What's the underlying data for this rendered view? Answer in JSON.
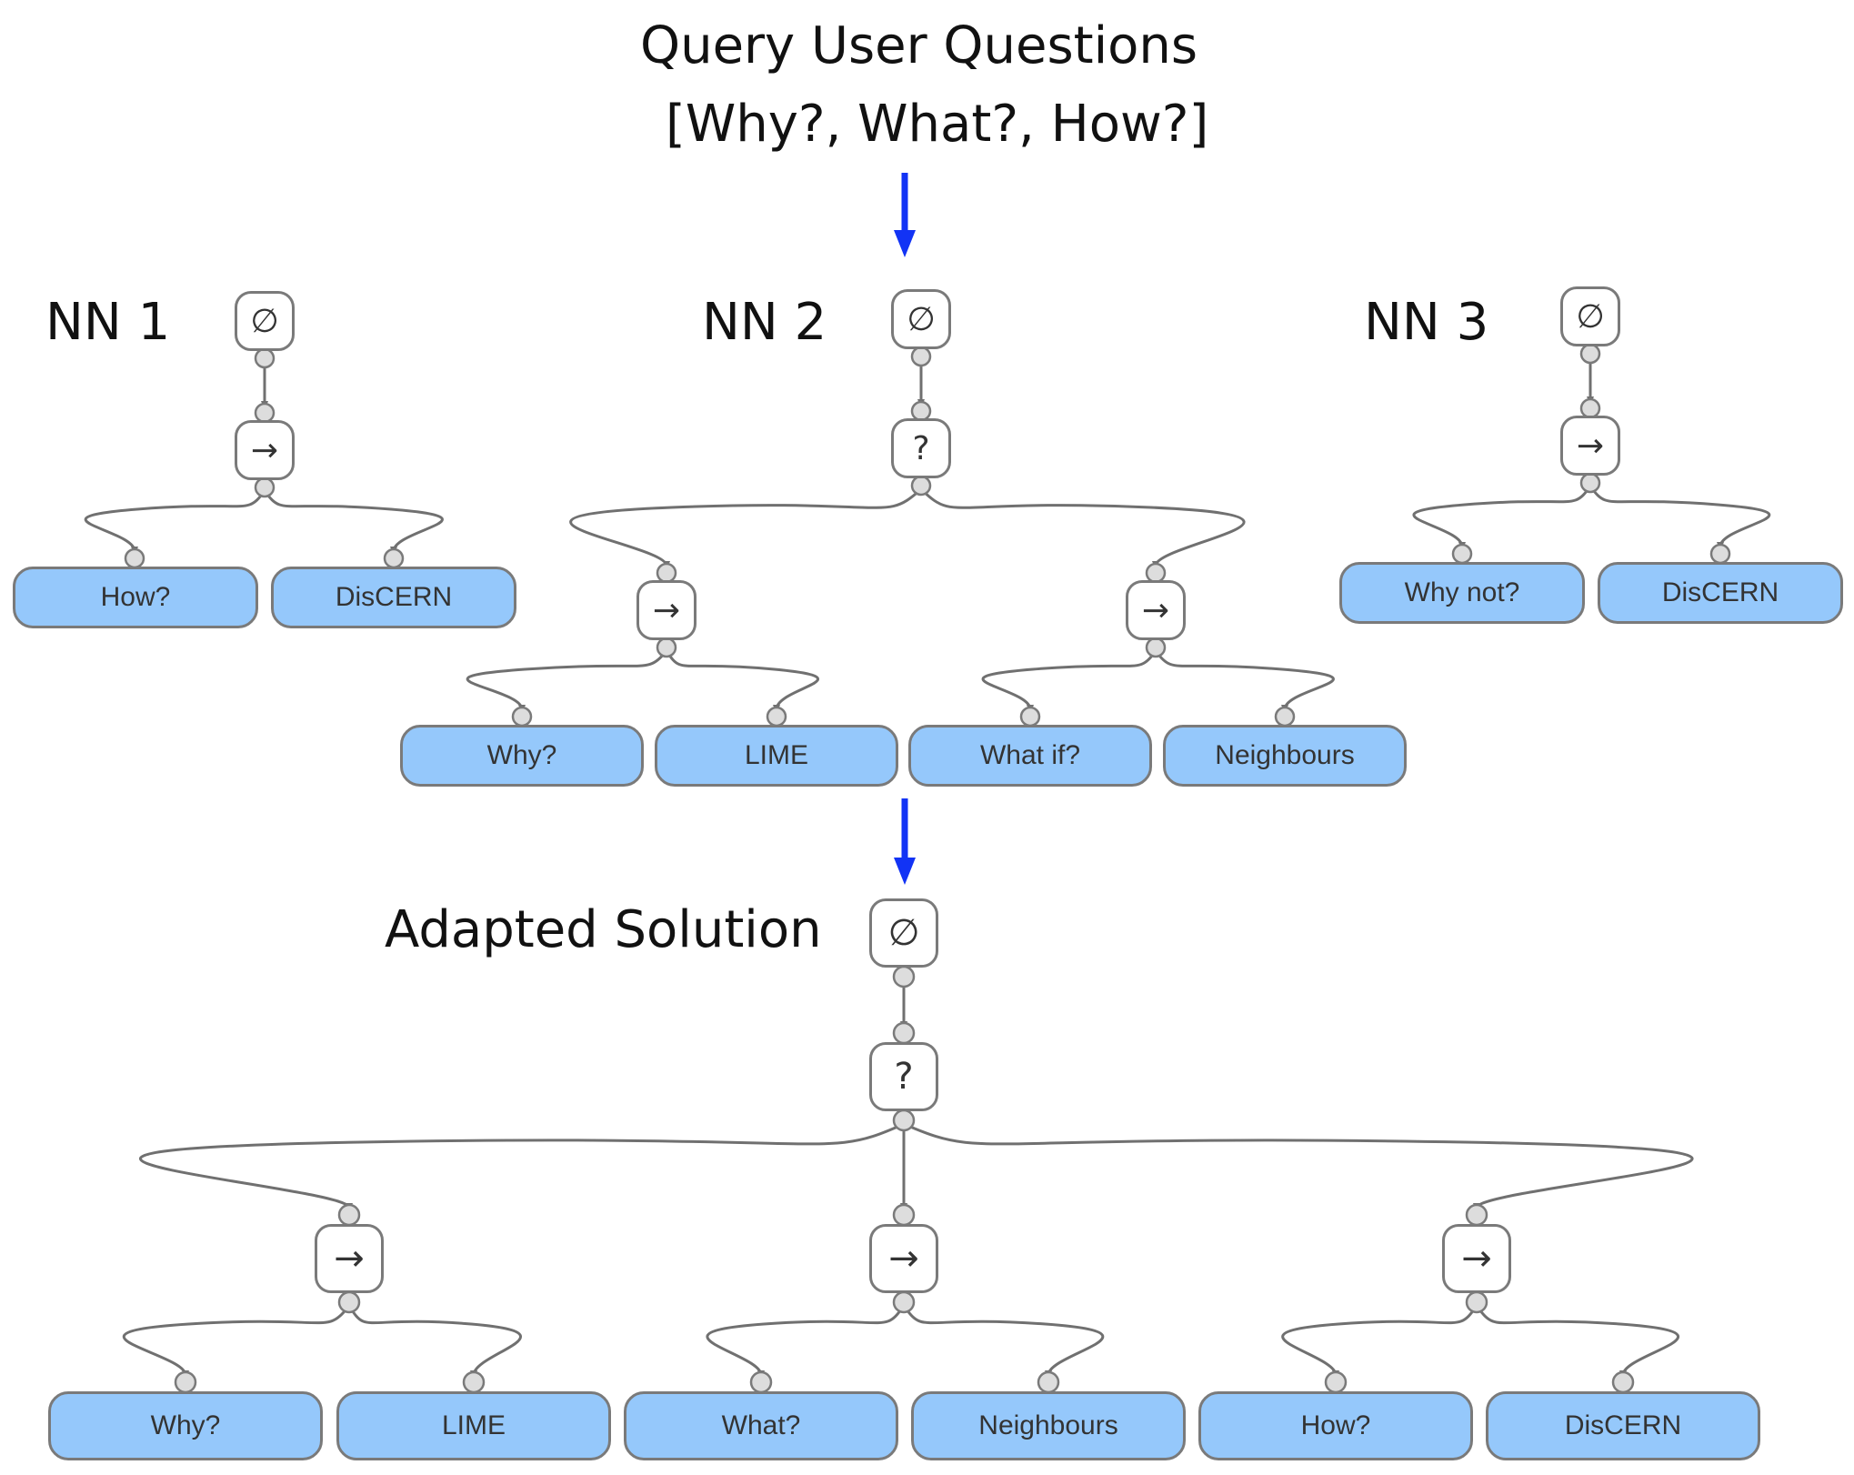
{
  "query": {
    "line1": "Query User Questions",
    "line2": "[Why?, What?, How?]"
  },
  "labels": {
    "nn1": "NN 1",
    "nn2": "NN 2",
    "nn3": "NN 3",
    "adapted": "Adapted Solution"
  },
  "symbols": {
    "root": "∅",
    "sequence": "→",
    "selector": "?"
  },
  "colors": {
    "leaf_fill": "#95c8fb",
    "node_border": "#7a7a7a",
    "flow_arrow": "#1233f5",
    "edge": "#707070",
    "port": "#dddddd"
  },
  "trees": {
    "nn1": {
      "leaves": [
        "How?",
        "DisCERN"
      ]
    },
    "nn2": {
      "leaves": [
        "Why?",
        "LIME",
        "What if?",
        "Neighbours"
      ]
    },
    "nn3": {
      "leaves": [
        "Why not?",
        "DisCERN"
      ]
    },
    "adapted": {
      "leaves": [
        "Why?",
        "LIME",
        "What?",
        "Neighbours",
        "How?",
        "DisCERN"
      ]
    }
  }
}
